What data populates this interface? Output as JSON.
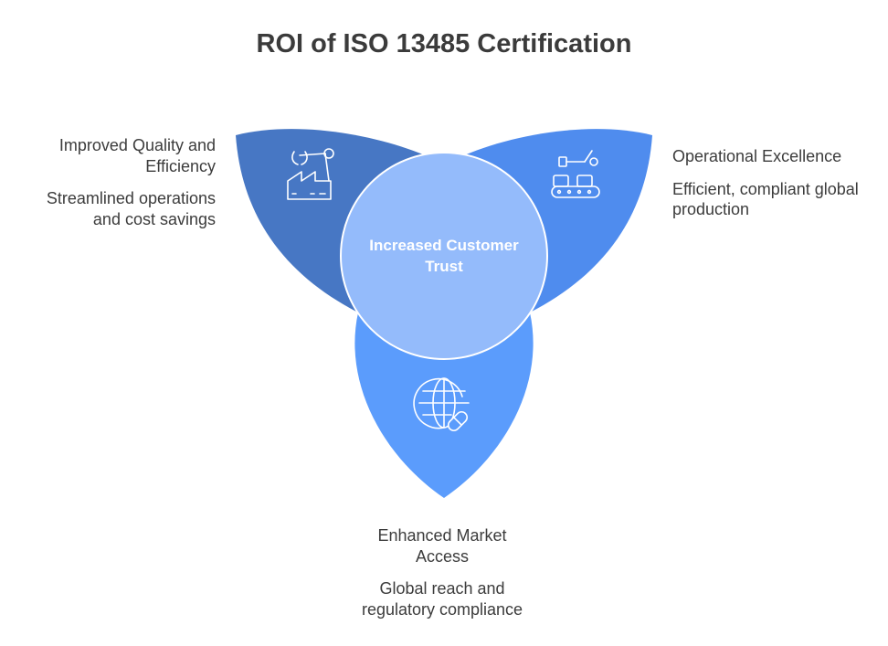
{
  "title": "ROI of ISO 13485 Certification",
  "center": {
    "label": "Increased Customer Trust",
    "color": "#94bbfb"
  },
  "petals": [
    {
      "id": "left",
      "heading": "Improved Quality and Efficiency",
      "description": "Streamlined operations and cost savings",
      "icon": "factory-robot-arm-icon",
      "color": "#4777c4"
    },
    {
      "id": "right",
      "heading": "Operational Excellence",
      "description": "Efficient, compliant global production",
      "icon": "conveyor-robot-arm-icon",
      "color": "#4f8cee"
    },
    {
      "id": "bottom",
      "heading": "Enhanced Market Access",
      "description": "Global reach and regulatory compliance",
      "icon": "globe-pill-icon",
      "color": "#5b9cfc"
    }
  ]
}
